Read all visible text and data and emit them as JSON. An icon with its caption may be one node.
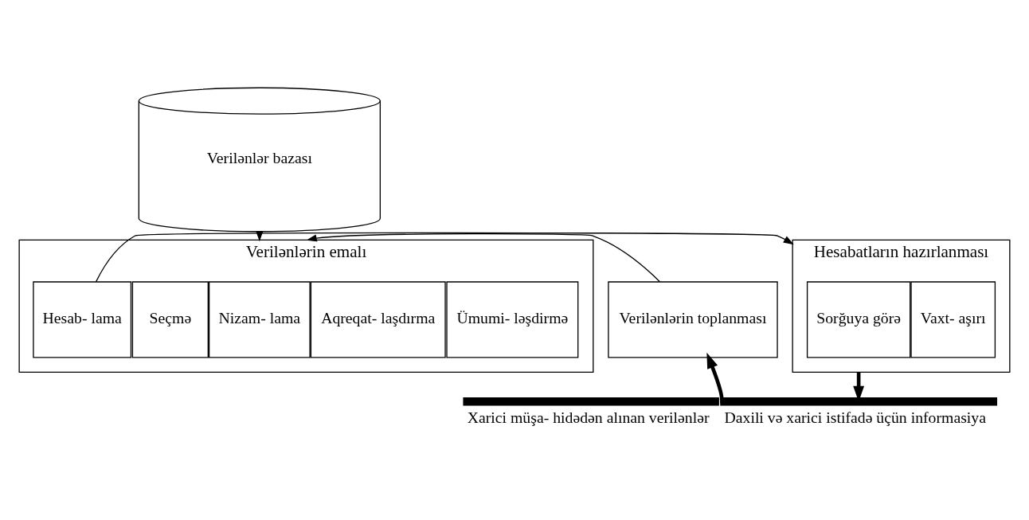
{
  "diagram": {
    "nodes": [
      {
        "text": [
          "Verilənlər bazası"
        ]
      },
      {
        "text": [
          "Verilənlərin toplanması"
        ]
      },
      {
        "text": [
          "Verilənlərin emalı"
        ]
      },
      {
        "text": [
          "Ümumi- ləşdirmə"
        ],
        "in": 2
      },
      {
        "text": [
          "Aqreqat- laşdırma"
        ],
        "in": 2
      },
      {
        "text": [
          "Nizam- lama"
        ],
        "in": 2
      },
      {
        "text": [
          "Seçmə"
        ],
        "in": 2
      },
      {
        "text": [
          "Hesab- lama"
        ],
        "in": 2
      },
      {
        "text": [
          "Hesabatların hazırlanması"
        ]
      },
      {
        "text": [
          "Vaxt- aşırı"
        ],
        "in": 8
      },
      {
        "text": [
          "Sorğuya görə"
        ],
        "in": 8
      },
      {
        "text": [],
        "shape": "bar",
        "beside": [
          "Xarici müşa- hidədən alınan verilənlər"
        ]
      },
      {
        "text": [],
        "shape": "bar",
        "beside": [
          "Daxili və xarici istifadə üçün informasiya"
        ]
      }
    ],
    "edges": [
      {
        "from": 0,
        "to": 2,
        "arrow": "to"
      },
      {
        "from": 1,
        "to": 2,
        "arrow": "to"
      },
      {
        "from": 7,
        "to": 8,
        "arrow": "to"
      },
      {
        "from": 11,
        "to": 1,
        "arrow": "to",
        "style": "thick"
      },
      {
        "from": 8,
        "to": 12,
        "arrow": "to",
        "style": "thick"
      }
    ]
  }
}
